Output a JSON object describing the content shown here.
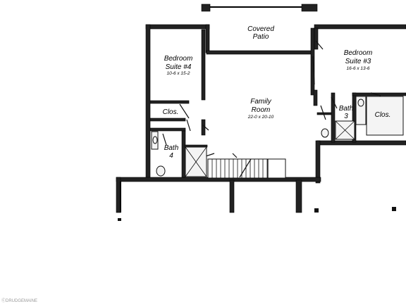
{
  "rooms": {
    "covered_patio": {
      "line1": "Covered",
      "line2": "Patio"
    },
    "bedroom4": {
      "line1": "Bedroom",
      "line2": "Suite #4",
      "dims": "10-6 x 15-2"
    },
    "bedroom3": {
      "line1": "Bedroom",
      "line2": "Suite #3",
      "dims": "16-6 x 13-6"
    },
    "family": {
      "line1": "Family",
      "line2": "Room",
      "dims": "22-0 x 20-10"
    },
    "closet4": {
      "label": "Clos."
    },
    "bath4": {
      "line1": "Bath",
      "line2": "4"
    },
    "bath3": {
      "line1": "Bath",
      "line2": "3"
    },
    "closet3": {
      "label": "Clos."
    }
  },
  "footer": {
    "text": "ⒸDRUDGEMAINE"
  }
}
